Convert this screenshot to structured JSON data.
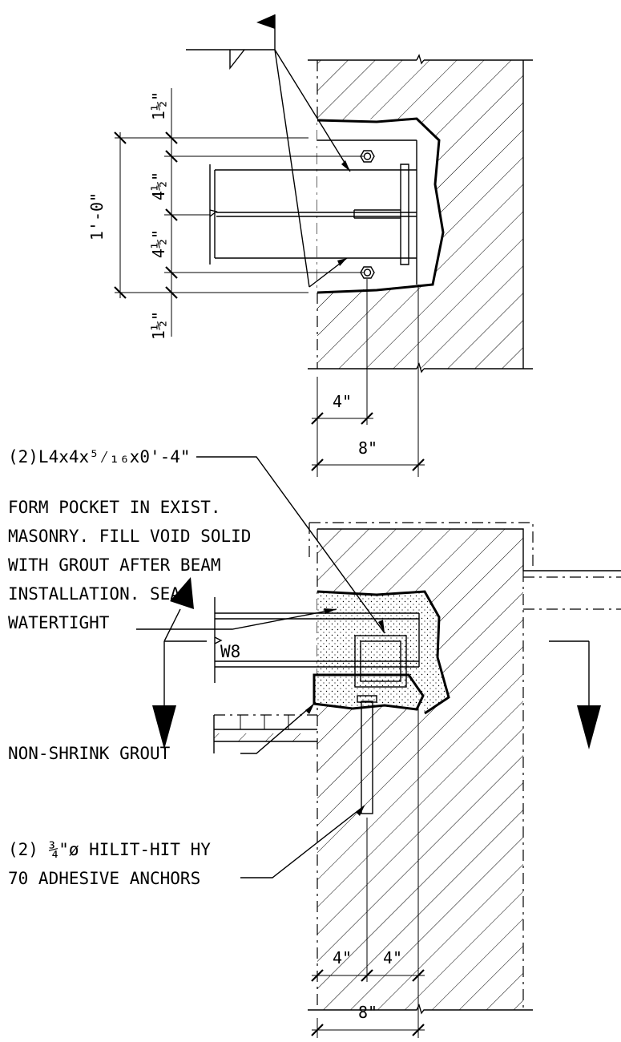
{
  "elevation": {
    "dims": {
      "overall": "1'-0\"",
      "top_edge": "1½\"",
      "upper": "4½\"",
      "lower": "4½\"",
      "bottom_edge": "1½\"",
      "bolt_offset": "4\"",
      "width": "8\""
    }
  },
  "section": {
    "notes": {
      "angle_lines": [
        "(2)L4x4x⁵⁄₁₆x0'-4\""
      ],
      "pocket_lines": [
        "FORM POCKET IN EXIST.",
        "MASONRY. FILL VOID SOLID",
        "WITH GROUT AFTER BEAM",
        "INSTALLATION. SEAL",
        "WATERTIGHT"
      ],
      "grout": "NON-SHRINK GROUT",
      "anchor_lines": [
        "(2) ¾\"ø HILIT-HIT HY",
        "70 ADHESIVE ANCHORS"
      ]
    },
    "beam_label": "W8",
    "dims": {
      "left": "4\"",
      "right": "4\"",
      "width": "8\""
    }
  }
}
